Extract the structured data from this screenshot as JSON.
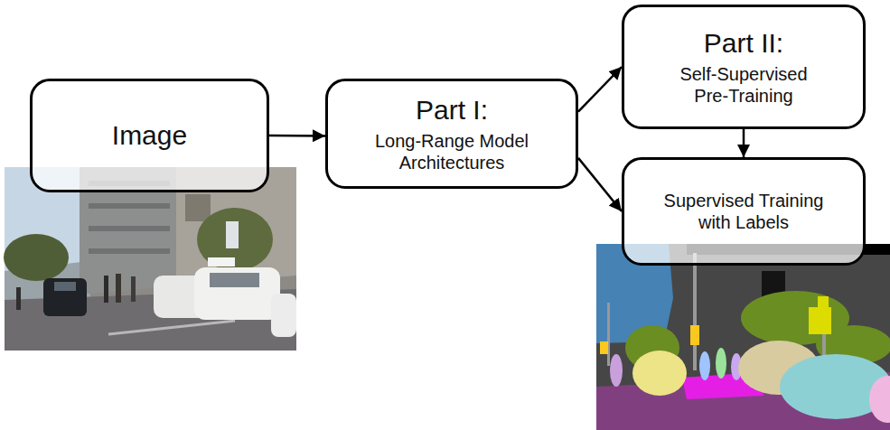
{
  "diagram": {
    "nodes": [
      {
        "text": [
          "Image"
        ]
      },
      {
        "text": [
          "Part I:",
          "Long-Range Model Architectures"
        ]
      },
      {
        "text": [
          "Part II:",
          "Self-Supervised Pre-Training"
        ]
      },
      {
        "text": [
          "Supervised Training with Labels"
        ]
      }
    ],
    "edges": [
      {
        "from": 0,
        "to": 1,
        "arrow": "to"
      },
      {
        "from": 1,
        "to": 2,
        "arrow": "to"
      },
      {
        "from": 1,
        "to": 3,
        "arrow": "to"
      },
      {
        "from": 2,
        "to": 3,
        "arrow": "to"
      }
    ]
  }
}
